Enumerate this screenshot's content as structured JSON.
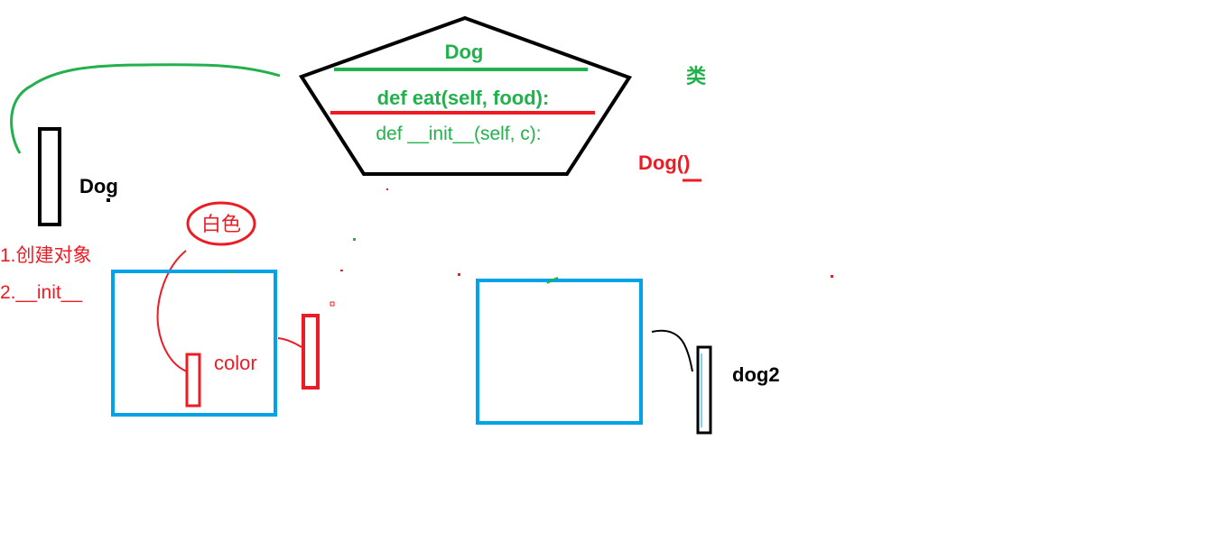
{
  "class_box": {
    "name": "Dog",
    "method_eat": "def eat(self, food):",
    "method_init": "def __init__(self, c):"
  },
  "label_class": "类",
  "constructor_call": "Dog()",
  "variable_dog": "Dog",
  "steps": [
    "1.创建对象",
    "2.__init__"
  ],
  "white_label": "白色",
  "attribute_color": "color",
  "variable_dog2": "dog2",
  "colors": {
    "green": "#22b14c",
    "red": "#ed1c24",
    "blue": "#00a2e8",
    "black": "#000000"
  }
}
